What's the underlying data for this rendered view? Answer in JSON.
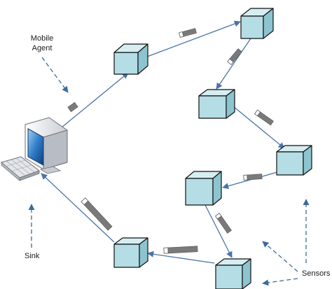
{
  "labels": {
    "mobile_agent_line1": "Mobile",
    "mobile_agent_line2": "Agent",
    "sink": "Sink",
    "sensors": "Sensors"
  },
  "colors": {
    "path_arrow": "#4a73a8",
    "annotation_arrow": "#3c6a9c",
    "sensor_top": "#d6eef2",
    "sensor_front": "#b4dde5",
    "sensor_side": "#8cc4cf",
    "sensor_edge": "#111111",
    "agent_dark": "#7a7a7a",
    "agent_light": "#ffffff",
    "monitor_screen": "#1f5fa8"
  },
  "icons": {
    "sink": "desktop-computer-icon",
    "sensor": "sensor-node-box-icon",
    "agent": "mobile-agent-packet-icon"
  }
}
